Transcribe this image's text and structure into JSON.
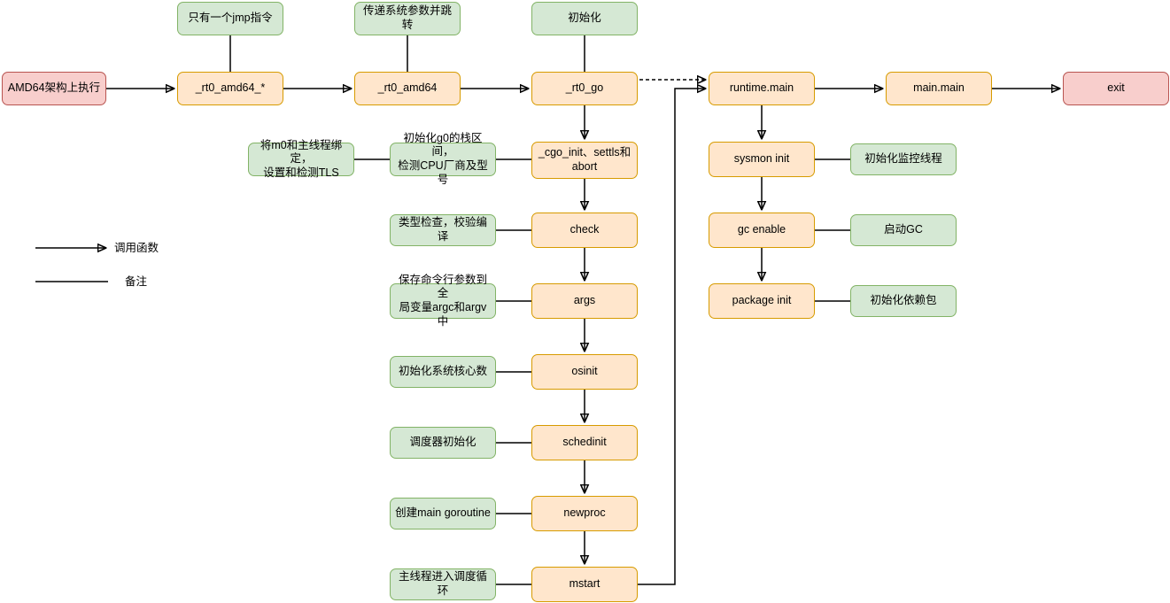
{
  "colors": {
    "process_fill": "#ffe6cc",
    "process_stroke": "#d79b00",
    "note_fill": "#d5e8d4",
    "note_stroke": "#82b366",
    "terminal_fill": "#f8cecc",
    "terminal_stroke": "#b85450",
    "edge": "#000000"
  },
  "legend": {
    "call_function": "调用函数",
    "note": "备注"
  },
  "nodes": {
    "amd64": {
      "label": "AMD64架构上执行"
    },
    "rt0_amd64_star": {
      "label": "_rt0_amd64_*"
    },
    "rt0_amd64": {
      "label": "_rt0_amd64"
    },
    "rt0_go": {
      "label": "_rt0_go"
    },
    "runtime_main": {
      "label": "runtime.main"
    },
    "main_main": {
      "label": "main.main"
    },
    "exit": {
      "label": "exit"
    },
    "cgo_init": {
      "label": "_cgo_init、settls和\nabort"
    },
    "check": {
      "label": "check"
    },
    "args": {
      "label": "args"
    },
    "osinit": {
      "label": "osinit"
    },
    "schedinit": {
      "label": "schedinit"
    },
    "newproc": {
      "label": "newproc"
    },
    "mstart": {
      "label": "mstart"
    },
    "sysmon_init": {
      "label": "sysmon init"
    },
    "gc_enable": {
      "label": "gc enable"
    },
    "package_init": {
      "label": "package init"
    }
  },
  "notes": {
    "jmp": {
      "label": "只有一个jmp指令"
    },
    "pass_params": {
      "label": "传递系统参数并跳转"
    },
    "init": {
      "label": "初始化"
    },
    "bind_m0": {
      "label": "将m0和主线程绑定，\n设置和检测TLS"
    },
    "init_g0": {
      "label": "初始化g0的栈区间，\n检测CPU厂商及型号"
    },
    "type_check": {
      "label": "类型检查，校验编译"
    },
    "save_args": {
      "label": "保存命令行参数到全\n局变量argc和argv中"
    },
    "cpu_cores": {
      "label": "初始化系统核心数"
    },
    "scheduler": {
      "label": "调度器初始化"
    },
    "create_goroutine": {
      "label": "创建main goroutine"
    },
    "schedule_loop": {
      "label": "主线程进入调度循环"
    },
    "monitor_thread": {
      "label": "初始化监控线程"
    },
    "start_gc": {
      "label": "启动GC"
    },
    "init_packages": {
      "label": "初始化依赖包"
    }
  }
}
